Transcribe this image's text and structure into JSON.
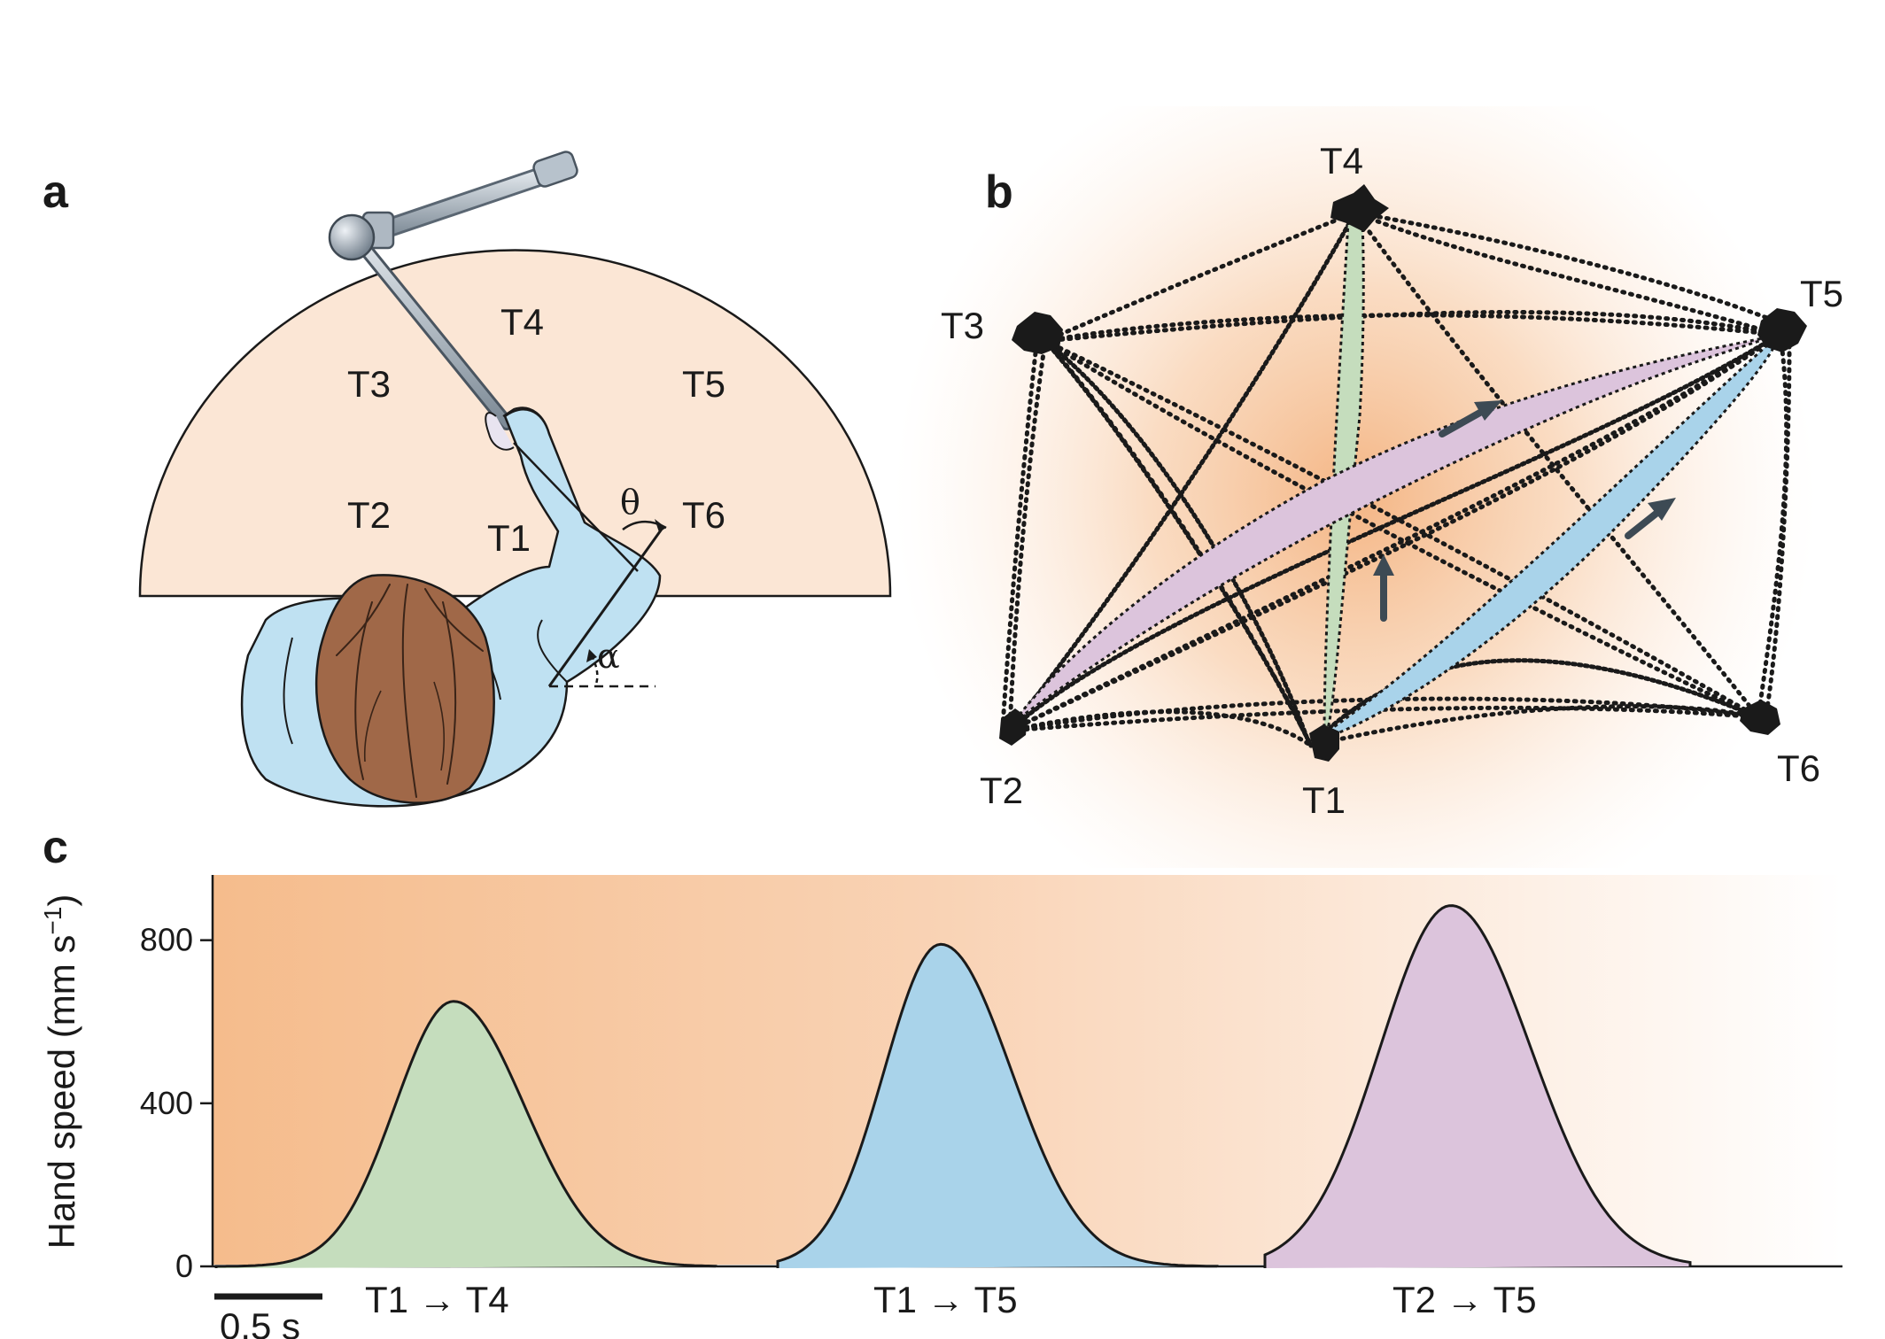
{
  "panel_a": {
    "letter": "a",
    "targets": [
      "T1",
      "T2",
      "T3",
      "T4",
      "T5",
      "T6"
    ],
    "angle_theta": "θ",
    "angle_alpha": "α"
  },
  "panel_b": {
    "letter": "b",
    "targets": [
      "T1",
      "T2",
      "T3",
      "T4",
      "T5",
      "T6"
    ]
  },
  "panel_c": {
    "letter": "c",
    "ylabel": "Hand speed (mm s",
    "ylabel_sup": "−1",
    "ylabel_close": ")",
    "scalebar_label": "0.5 s"
  },
  "colors": {
    "workspace": "#fbe6d5",
    "arm": "#bfe1f2",
    "hair": "#a06848",
    "green": "#c5ddbd",
    "blue": "#a9d3ea",
    "purple": "#dcc4dc",
    "orange": "#f5bc8c"
  },
  "chart_data": {
    "type": "area",
    "ylabel": "Hand speed (mm s−1)",
    "yticks": [
      0,
      400,
      800
    ],
    "ylim": [
      0,
      960
    ],
    "series": [
      {
        "name": "T1 → T4",
        "peak": 650,
        "color": "#c5ddbd"
      },
      {
        "name": "T1 → T5",
        "peak": 790,
        "color": "#a9d3ea"
      },
      {
        "name": "T2 → T5",
        "peak": 885,
        "color": "#dcc4dc"
      }
    ]
  }
}
